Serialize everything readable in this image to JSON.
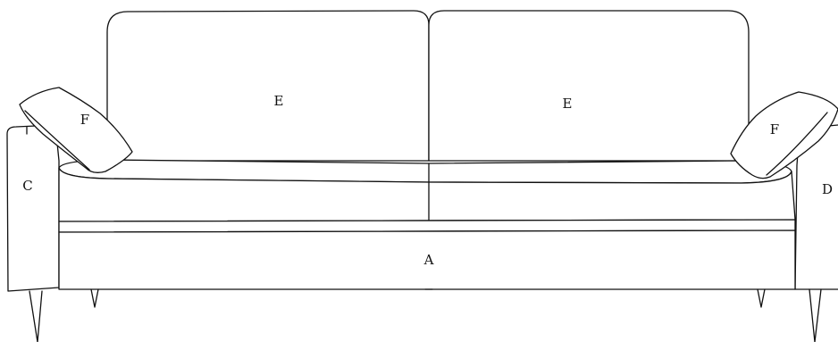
{
  "labels": {
    "seat_base": "A",
    "left_arm": "C",
    "right_arm": "D",
    "back_cushion_left": "E",
    "back_cushion_right": "E",
    "pillow_left": "F",
    "pillow_right": "F"
  },
  "colors": {
    "line": "#111111",
    "background": "#ffffff"
  }
}
